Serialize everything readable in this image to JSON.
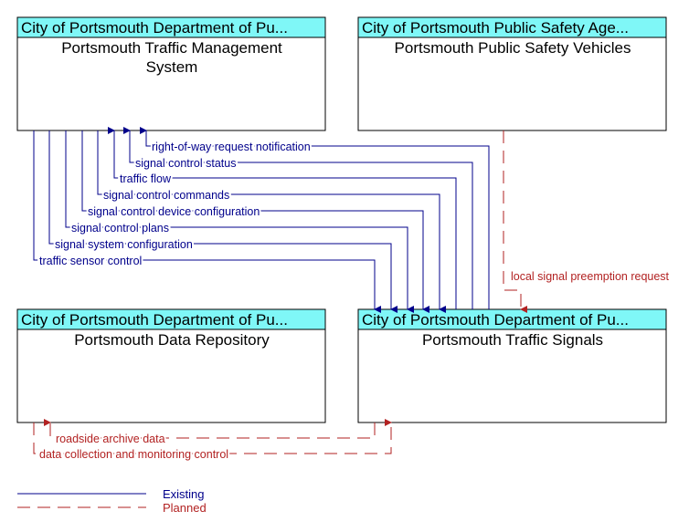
{
  "colors": {
    "header_fill": "#7ff7f7",
    "existing": "#00008b",
    "planned": "#b22222",
    "border": "#000000"
  },
  "boxes": {
    "tms": {
      "title": "City of Portsmouth Department of Pu...",
      "name_lines": [
        "Portsmouth Traffic Management",
        "System"
      ]
    },
    "psv": {
      "title": "City of Portsmouth Public Safety Age...",
      "name_lines": [
        "Portsmouth Public Safety Vehicles"
      ]
    },
    "repo": {
      "title": "City of Portsmouth Department of Pu...",
      "name_lines": [
        "Portsmouth Data Repository"
      ]
    },
    "signals": {
      "title": "City of Portsmouth Department of Pu...",
      "name_lines": [
        "Portsmouth Traffic Signals"
      ]
    }
  },
  "flows": {
    "existing": [
      "right-of-way request notification",
      "signal control status",
      "traffic flow",
      "signal control commands",
      "signal control device configuration",
      "signal control plans",
      "signal system configuration",
      "traffic sensor control"
    ],
    "planned": [
      "local signal preemption request",
      "roadside archive data",
      "data collection and monitoring control"
    ]
  },
  "legend": {
    "existing_label": "Existing",
    "planned_label": "Planned"
  }
}
